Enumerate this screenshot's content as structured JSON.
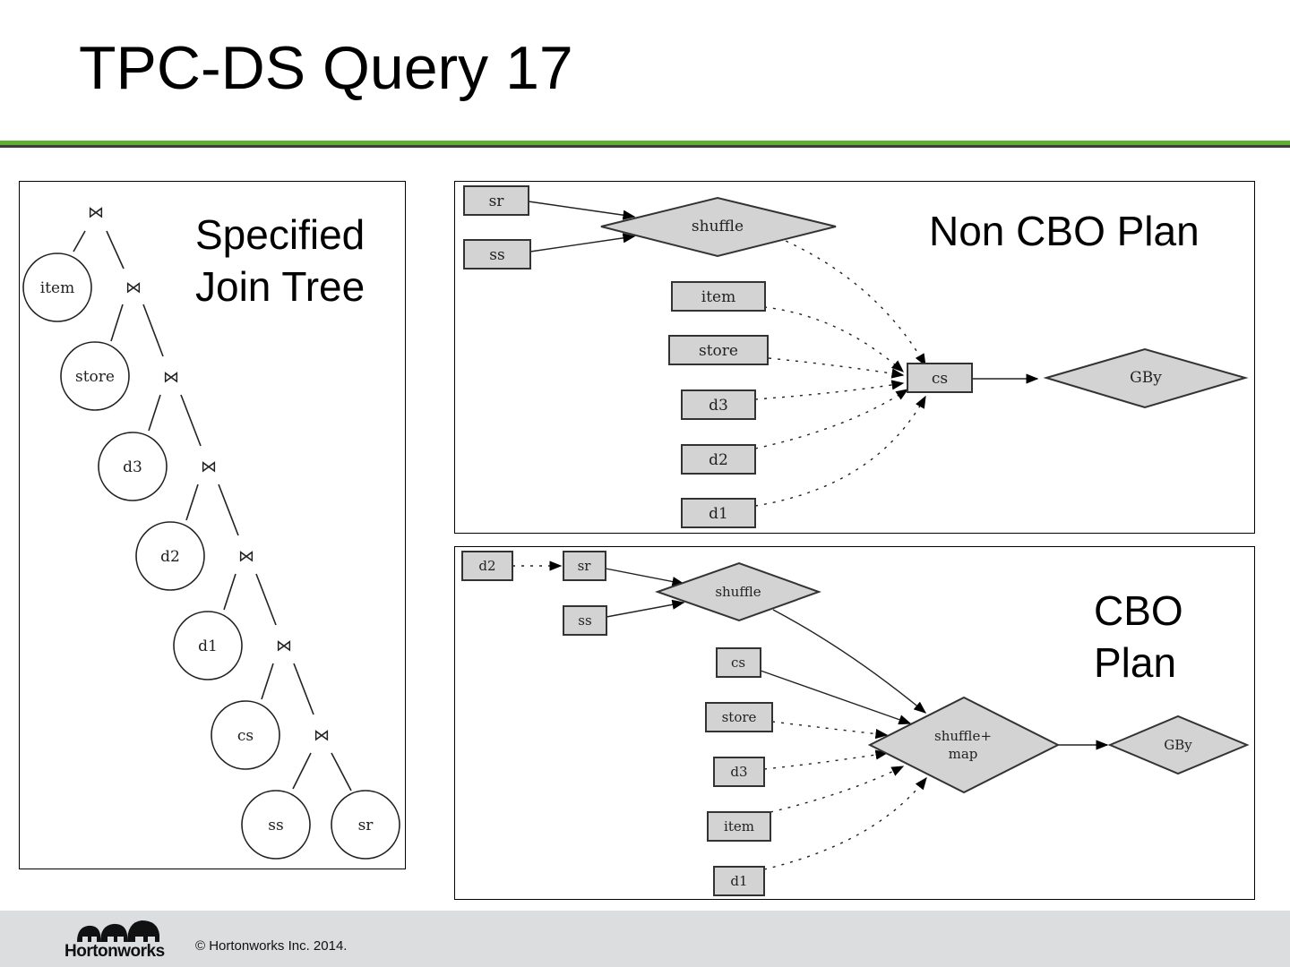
{
  "title": "TPC-DS Query 17",
  "join_tree": {
    "label_line1": "Specified",
    "label_line2": "Join Tree",
    "join_symbol": "⋈",
    "leaves": [
      "item",
      "store",
      "d3",
      "d2",
      "d1",
      "cs",
      "ss",
      "sr"
    ]
  },
  "non_cbo": {
    "label": "Non CBO Plan",
    "nodes": {
      "sr": "sr",
      "ss": "ss",
      "shuffle": "shuffle",
      "item": "item",
      "store": "store",
      "d3": "d3",
      "d2": "d2",
      "d1": "d1",
      "cs": "cs",
      "gby": "GBy"
    }
  },
  "cbo": {
    "label_line1": "CBO",
    "label_line2": "Plan",
    "nodes": {
      "d2": "d2",
      "sr": "sr",
      "ss": "ss",
      "shuffle": "shuffle",
      "cs": "cs",
      "store": "store",
      "d3": "d3",
      "item": "item",
      "d1": "d1",
      "shufmap1": "shuffle+",
      "shufmap2": "map",
      "gby": "GBy"
    }
  },
  "footer": {
    "logo": "Hortonworks",
    "copyright": "© Hortonworks Inc. 2014."
  }
}
